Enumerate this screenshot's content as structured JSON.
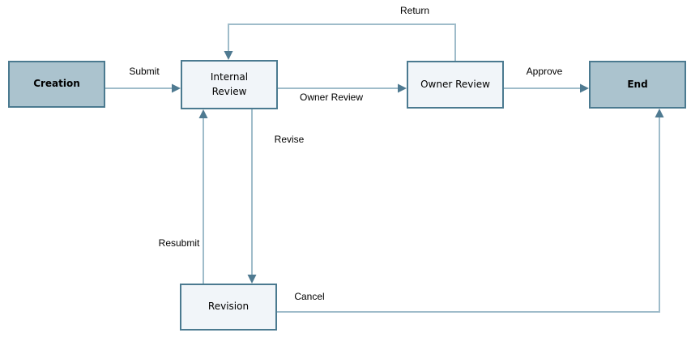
{
  "diagram": {
    "nodes": {
      "creation": {
        "label": "Creation",
        "kind": "terminal"
      },
      "internal_review": {
        "label": "Internal Review",
        "kind": "state"
      },
      "owner_review": {
        "label": "Owner Review",
        "kind": "state"
      },
      "end": {
        "label": "End",
        "kind": "terminal"
      },
      "revision": {
        "label": "Revision",
        "kind": "state"
      }
    },
    "edges": {
      "submit": {
        "label": "Submit",
        "from": "Creation",
        "to": "Internal Review"
      },
      "owner_review": {
        "label": "Owner Review",
        "from": "Internal Review",
        "to": "Owner Review"
      },
      "return": {
        "label": "Return",
        "from": "Owner Review",
        "to": "Internal Review"
      },
      "approve": {
        "label": "Approve",
        "from": "Owner Review",
        "to": "End"
      },
      "revise": {
        "label": "Revise",
        "from": "Internal Review",
        "to": "Revision"
      },
      "resubmit": {
        "label": "Resubmit",
        "from": "Revision",
        "to": "Internal Review"
      },
      "cancel": {
        "label": "Cancel",
        "from": "Revision",
        "to": "End"
      }
    },
    "colors": {
      "node_border": "#4b7a90",
      "node_fill_dark": "#abc3ce",
      "node_fill_light": "#f1f5f9",
      "connector": "#9fbcca",
      "arrowhead": "#4f7a91",
      "label_text": "#000000"
    }
  }
}
